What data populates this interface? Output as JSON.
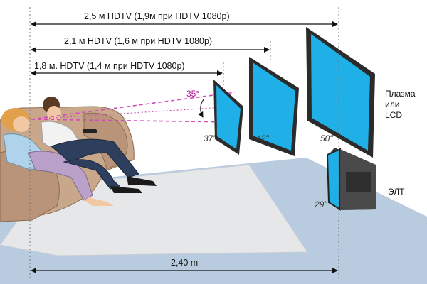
{
  "distances": {
    "d250": "2,5 м HDTV (1,9м при HDTV 1080p)",
    "d210": "2,1 м HDTV (1,6 м при HDTV 1080p)",
    "d180": "1,8 м. HDTV (1,4 м при HDTV 1080p)",
    "room": "2,40 m"
  },
  "angle": "35°",
  "tv_sizes": {
    "s37": "37\"",
    "s42": "42\"",
    "s50": "50\"",
    "s29": "29\""
  },
  "tv_types": {
    "plasma_line1": "Плазма",
    "plasma_line2": "или",
    "plasma_line3": "LCD",
    "crt": "ЭЛТ"
  },
  "colors": {
    "screen": "#1fb0e8",
    "frame": "#2b2b2b",
    "floor": "#b9ccdf",
    "rug": "#e6e7e9",
    "sofa": "#c8a78a",
    "sightline": "#d14bb8"
  }
}
